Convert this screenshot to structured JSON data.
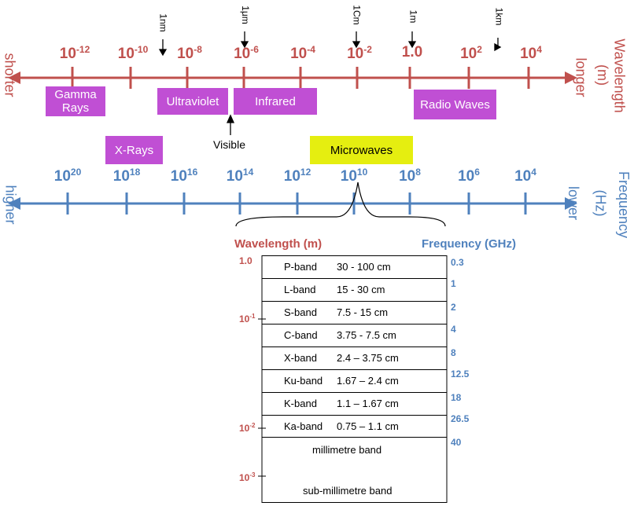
{
  "wavelength_axis": {
    "ticks": [
      {
        "base": "10",
        "exp": "-12"
      },
      {
        "base": "10",
        "exp": "-10"
      },
      {
        "base": "10",
        "exp": "-8"
      },
      {
        "base": "10",
        "exp": "-6"
      },
      {
        "base": "10",
        "exp": "-4"
      },
      {
        "base": "10",
        "exp": "-2"
      },
      {
        "base": "1.0",
        "exp": ""
      },
      {
        "base": "10",
        "exp": "2"
      },
      {
        "base": "10",
        "exp": "4"
      }
    ],
    "left_label": "shorter",
    "right_label": "longer",
    "title": "Wavelength",
    "unit": "(m)",
    "markers": [
      "1nm",
      "1μm",
      "1Cm",
      "1m",
      "1km"
    ],
    "color": "#c0504d"
  },
  "bands": {
    "gamma": "Gamma Rays",
    "ultraviolet": "Ultraviolet",
    "infrared": "Infrared",
    "radio": "Radio Waves",
    "xrays": "X-Rays",
    "microwaves": "Microwaves",
    "visible": "Visible",
    "band_color": "#c04fd4",
    "microwave_color": "#e5ee10"
  },
  "frequency_axis": {
    "ticks": [
      {
        "base": "10",
        "exp": "20"
      },
      {
        "base": "10",
        "exp": "18"
      },
      {
        "base": "10",
        "exp": "16"
      },
      {
        "base": "10",
        "exp": "14"
      },
      {
        "base": "10",
        "exp": "12"
      },
      {
        "base": "10",
        "exp": "10"
      },
      {
        "base": "10",
        "exp": "8"
      },
      {
        "base": "10",
        "exp": "6"
      },
      {
        "base": "10",
        "exp": "4"
      }
    ],
    "left_label": "higher",
    "right_label": "lower",
    "title": "Frequency",
    "unit": "(Hz)",
    "color": "#4f81bd"
  },
  "table": {
    "wavelength_header": "Wavelength (m)",
    "frequency_header": "Frequency (GHz)",
    "rows": [
      {
        "band": "P-band",
        "range": "30 - 100 cm"
      },
      {
        "band": "L-band",
        "range": "15 - 30 cm"
      },
      {
        "band": "S-band",
        "range": "7.5 - 15 cm"
      },
      {
        "band": "C-band",
        "range": "3.75 - 7.5 cm"
      },
      {
        "band": "X-band",
        "range": "2.4 – 3.75 cm"
      },
      {
        "band": "Ku-band",
        "range": "1.67 – 2.4 cm"
      },
      {
        "band": "K-band",
        "range": "1.1 – 1.67 cm"
      },
      {
        "band": "Ka-band",
        "range": "0.75 – 1.1 cm"
      }
    ],
    "mm_band": "millimetre band",
    "submm_band": "sub-millimetre band",
    "wavelength_marks": [
      {
        "base": "1.0",
        "exp": ""
      },
      {
        "base": "10",
        "exp": "-1"
      },
      {
        "base": "10",
        "exp": "-2"
      },
      {
        "base": "10",
        "exp": "-3"
      }
    ],
    "frequency_marks": [
      "0.3",
      "1",
      "2",
      "4",
      "8",
      "12.5",
      "18",
      "26.5",
      "40"
    ]
  }
}
